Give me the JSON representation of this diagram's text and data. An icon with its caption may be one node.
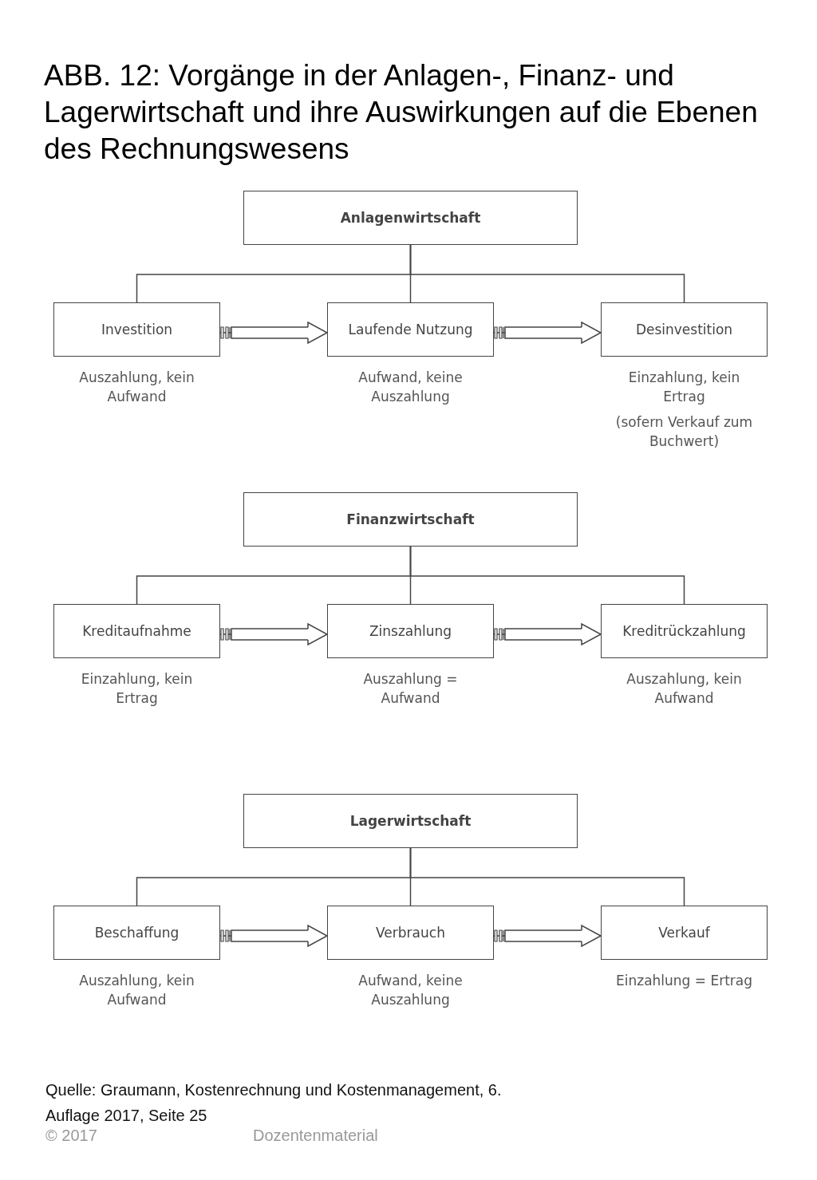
{
  "diagram": {
    "title": "ABB. 12: Vorgänge in der Anlagen-, Finanz- und Lagerwirtschaft und ihre Auswirkungen auf die Ebenen des Rechnungswesens",
    "nodes": [
      {
        "text": [
          "Anlagenwirtschaft"
        ]
      },
      {
        "text": [
          "Investition"
        ],
        "beside": [
          "Auszahlung, kein Aufwand"
        ]
      },
      {
        "text": [
          "Laufende Nutzung"
        ],
        "beside": [
          "Aufwand, keine Auszahlung"
        ]
      },
      {
        "text": [
          "Desinvestition"
        ],
        "beside": [
          "Einzahlung, kein Ertrag",
          "(sofern Verkauf zum Buchwert)"
        ]
      },
      {
        "text": [
          "Finanzwirtschaft"
        ]
      },
      {
        "text": [
          "Kreditaufnahme"
        ],
        "beside": [
          "Einzahlung, kein Ertrag"
        ]
      },
      {
        "text": [
          "Zinszahlung"
        ],
        "beside": [
          "Auszahlung = Aufwand"
        ]
      },
      {
        "text": [
          "Kreditrückzahlung"
        ],
        "beside": [
          "Auszahlung, kein Aufwand"
        ]
      },
      {
        "text": [
          "Lagerwirtschaft"
        ]
      },
      {
        "text": [
          "Beschaffung"
        ],
        "beside": [
          "Auszahlung, kein Aufwand"
        ]
      },
      {
        "text": [
          "Verbrauch"
        ],
        "beside": [
          "Aufwand, keine Auszahlung"
        ]
      },
      {
        "text": [
          "Verkauf"
        ],
        "beside": [
          "Einzahlung = Ertrag"
        ]
      }
    ],
    "edges": [
      {
        "from": 0,
        "to": 1,
        "arrow": "none"
      },
      {
        "from": 0,
        "to": 2,
        "arrow": "none"
      },
      {
        "from": 0,
        "to": 3,
        "arrow": "none"
      },
      {
        "from": 1,
        "to": 2,
        "arrow": "to"
      },
      {
        "from": 2,
        "to": 3,
        "arrow": "to"
      },
      {
        "from": 4,
        "to": 5,
        "arrow": "none"
      },
      {
        "from": 4,
        "to": 6,
        "arrow": "none"
      },
      {
        "from": 4,
        "to": 7,
        "arrow": "none"
      },
      {
        "from": 5,
        "to": 6,
        "arrow": "to"
      },
      {
        "from": 6,
        "to": 7,
        "arrow": "to"
      },
      {
        "from": 8,
        "to": 9,
        "arrow": "none"
      },
      {
        "from": 8,
        "to": 10,
        "arrow": "none"
      },
      {
        "from": 8,
        "to": 11,
        "arrow": "none"
      },
      {
        "from": 9,
        "to": 10,
        "arrow": "to"
      },
      {
        "from": 10,
        "to": 11,
        "arrow": "to"
      }
    ],
    "labels": [
      "Quelle: Graumann, Kostenrechnung und Kostenmanagement, 6. Auflage 2017, Seite 25",
      "© 2017",
      "Dozentenmaterial"
    ]
  }
}
